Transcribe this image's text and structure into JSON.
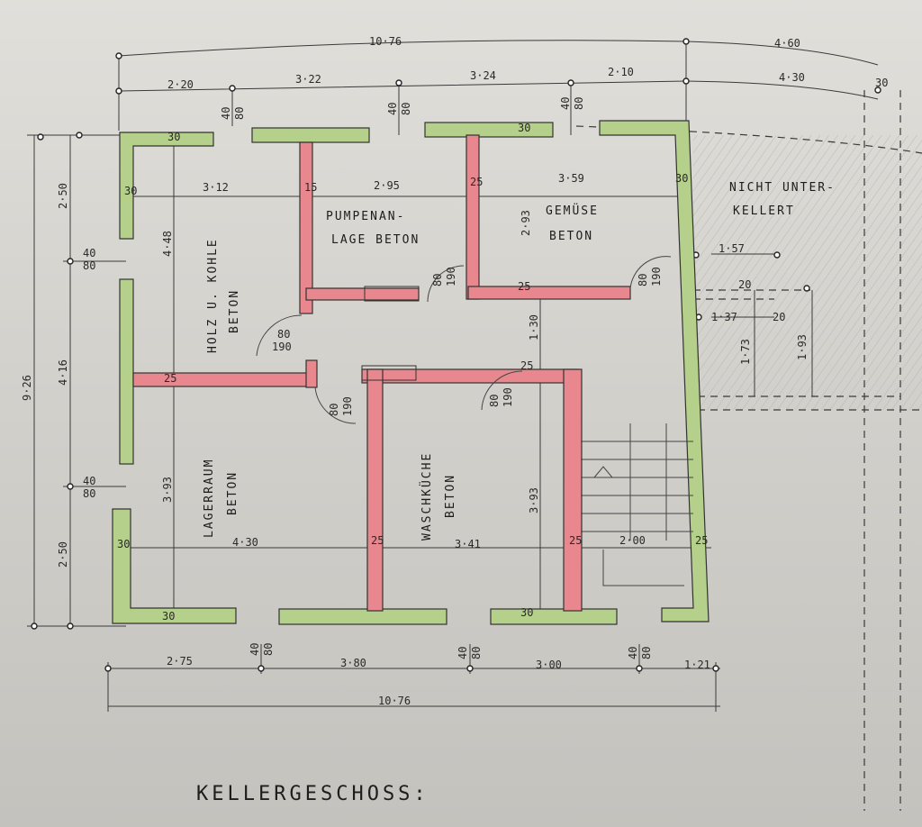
{
  "title": "KELLERGESCHOSS:",
  "rooms": {
    "holz": {
      "line1": "HOLZ U. KOHLE",
      "line2": "BETON"
    },
    "pumpen": {
      "line1": "PUMPENAN-",
      "line2": "LAGE BETON"
    },
    "gemuese": {
      "line1": "GEMÜSE",
      "line2": "BETON"
    },
    "lager": {
      "line1": "LAGERRAUM",
      "line2": "BETON"
    },
    "wasch": {
      "line1": "WASCHKÜCHE",
      "line2": "BETON"
    },
    "nicht": {
      "line1": "NICHT UNTER-",
      "line2": "KELLERT"
    }
  },
  "dimensions": {
    "top_total": "10·76",
    "top_right_total": "4·60",
    "top_seg": [
      "2·20",
      "3·22",
      "3·24",
      "2·10",
      "4·30",
      "30"
    ],
    "bottom_seg": [
      "2·75",
      "3·80",
      "3·00",
      "1·21"
    ],
    "bottom_total": "10·76",
    "left_total": "9·26",
    "left_seg": [
      "2·50",
      "4·16",
      "2·50"
    ],
    "interior": {
      "w_holz": "3·12",
      "w_pumpen": "2·95",
      "w_gemuese": "3·59",
      "h_holz": "4·48",
      "h_gemuese": "2·93",
      "h_lager": "3·93",
      "h_wasch": "3·93",
      "w_lager": "4·30",
      "w_wasch": "3·41",
      "w_stair": "2·00",
      "h_130": "1·30",
      "w_157": "1·57",
      "w_137": "1·37",
      "h_173": "1·73",
      "h_193": "1·93",
      "t20a": "20",
      "t20b": "20"
    },
    "wall_thickness": {
      "t30": "30",
      "t25": "25",
      "t15": "15"
    },
    "opening_w": "40",
    "opening_h": "80",
    "door_w": "80",
    "door_h": "190"
  },
  "colors": {
    "exterior_wall": "#b5d08a",
    "interior_wall": "#e8878d",
    "paper": "#d8d6d1"
  }
}
